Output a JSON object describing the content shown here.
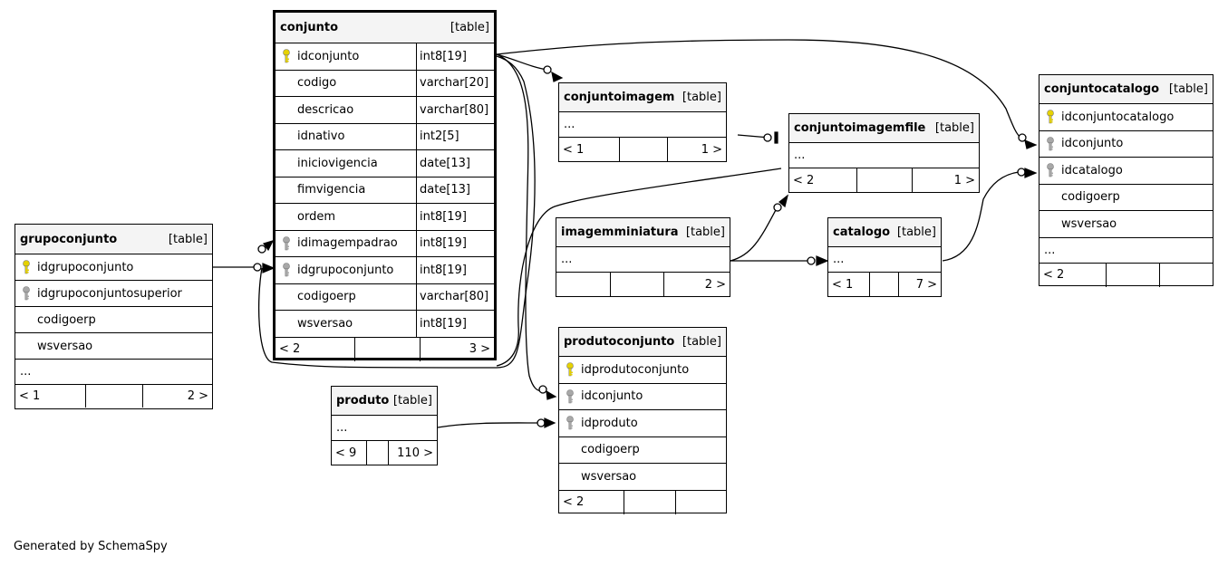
{
  "credit": "Generated by SchemaSpy",
  "key_colors": {
    "primary": "#e6d200",
    "foreign": "#a8a8a8"
  },
  "tables": {
    "conjunto": {
      "name": "conjunto",
      "tag": "[table]",
      "columns": [
        {
          "name": "idconjunto",
          "type": "int8[19]",
          "key": "primary"
        },
        {
          "name": "codigo",
          "type": "varchar[20]",
          "key": "none"
        },
        {
          "name": "descricao",
          "type": "varchar[80]",
          "key": "none"
        },
        {
          "name": "idnativo",
          "type": "int2[5]",
          "key": "none"
        },
        {
          "name": "iniciovigencia",
          "type": "date[13]",
          "key": "none"
        },
        {
          "name": "fimvigencia",
          "type": "date[13]",
          "key": "none"
        },
        {
          "name": "ordem",
          "type": "int8[19]",
          "key": "none"
        },
        {
          "name": "idimagempadrao",
          "type": "int8[19]",
          "key": "foreign"
        },
        {
          "name": "idgrupoconjunto",
          "type": "int8[19]",
          "key": "foreign"
        },
        {
          "name": "codigoerp",
          "type": "varchar[80]",
          "key": "none"
        },
        {
          "name": "wsversao",
          "type": "int8[19]",
          "key": "none"
        }
      ],
      "footer": {
        "left": "< 2",
        "mid": "",
        "right": "3 >"
      }
    },
    "grupoconjunto": {
      "name": "grupoconjunto",
      "tag": "[table]",
      "columns": [
        {
          "name": "idgrupoconjunto",
          "key": "primary"
        },
        {
          "name": "idgrupoconjuntosuperior",
          "key": "foreign"
        },
        {
          "name": "codigoerp",
          "key": "none"
        },
        {
          "name": "wsversao",
          "key": "none"
        }
      ],
      "ellipsis": "...",
      "footer": {
        "left": "< 1",
        "mid": "",
        "right": "2 >"
      }
    },
    "conjuntoimagem": {
      "name": "conjuntoimagem",
      "tag": "[table]",
      "ellipsis": "...",
      "footer": {
        "left": "< 1",
        "mid": "",
        "right": "1 >"
      }
    },
    "conjuntoimagemfile": {
      "name": "conjuntoimagemfile",
      "tag": "[table]",
      "ellipsis": "...",
      "footer": {
        "left": "< 2",
        "mid": "",
        "right": "1 >"
      }
    },
    "imagemminiatura": {
      "name": "imagemminiatura",
      "tag": "[table]",
      "ellipsis": "...",
      "footer": {
        "left": "",
        "mid": "",
        "right": "2 >"
      }
    },
    "catalogo": {
      "name": "catalogo",
      "tag": "[table]",
      "ellipsis": "...",
      "footer": {
        "left": "< 1",
        "mid": "",
        "right": "7 >"
      }
    },
    "conjuntocatalogo": {
      "name": "conjuntocatalogo",
      "tag": "[table]",
      "columns": [
        {
          "name": "idconjuntocatalogo",
          "key": "primary"
        },
        {
          "name": "idconjunto",
          "key": "foreign"
        },
        {
          "name": "idcatalogo",
          "key": "foreign"
        },
        {
          "name": "codigoerp",
          "key": "none"
        },
        {
          "name": "wsversao",
          "key": "none"
        }
      ],
      "ellipsis": "...",
      "footer": {
        "left": "< 2",
        "mid": "",
        "right": ""
      }
    },
    "produtoconjunto": {
      "name": "produtoconjunto",
      "tag": "[table]",
      "columns": [
        {
          "name": "idprodutoconjunto",
          "key": "primary"
        },
        {
          "name": "idconjunto",
          "key": "foreign"
        },
        {
          "name": "idproduto",
          "key": "foreign"
        },
        {
          "name": "codigoerp",
          "key": "none"
        },
        {
          "name": "wsversao",
          "key": "none"
        }
      ],
      "footer": {
        "left": "< 2",
        "mid": "",
        "right": ""
      }
    },
    "produto": {
      "name": "produto",
      "tag": "[table]",
      "ellipsis": "...",
      "footer": {
        "left": "< 9",
        "mid": "",
        "right": "110 >"
      }
    }
  }
}
